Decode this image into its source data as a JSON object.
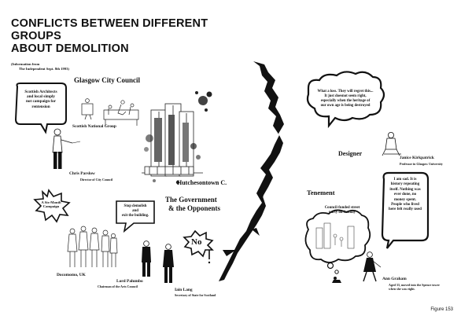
{
  "title_line1": "CONFLICTS BETWEEN DIFFERENT GROUPS",
  "title_line2": "ABOUT DEMOLITION",
  "source_line1": "(Information from",
  "source_line2": "The Independent Sept. 8th 1993)",
  "glasgow_council": "Glasgow City Council",
  "bubble_architects": [
    "Scottish Architects",
    "and local simply",
    "not campaign for",
    "rentension"
  ],
  "scottish_national_group": "Scottish National Group",
  "hutchesontown": "Hutchesontown C.",
  "chris_name": "Chris Parslow",
  "chris_role": "Director of City Council",
  "six_month": [
    "A Six-Month",
    "Campaign"
  ],
  "bubble_stop": [
    "Stop demolish",
    "and",
    "exit the building."
  ],
  "gov_line1": "The Government",
  "gov_line2": "& the Opponents",
  "no_text": "No",
  "docomomo": "Docomomo, UK",
  "palumbo_name": "Lord Palumbo",
  "palumbo_role": "Chairman of the Arts Council",
  "lang_name": "Iain Lang",
  "lang_role": "Secretary of State for Scotland",
  "bubble_designer": [
    "What a loss. They will regret this...",
    "It just doesnot seem right,",
    "especially when the heritage of",
    "our own age is being destroyed"
  ],
  "designer": "Designer",
  "janice_name": "Janice Kirkpatrick",
  "janice_role": "Professor in Glasgow University",
  "tenement": "Tenement",
  "street_party": [
    "Council-funded street",
    "party on Sunday"
  ],
  "bubble_ann": [
    "I am sad. It is",
    "history repeating",
    "itself. Nothing was",
    "ever done, no",
    "money spent.",
    "People who lived",
    "here felt really used"
  ],
  "ann_name": "Ann Graham",
  "ann_desc": [
    "Aged 33, moved into the Spence tower",
    "when she was eight."
  ],
  "figure": "Figure 153"
}
